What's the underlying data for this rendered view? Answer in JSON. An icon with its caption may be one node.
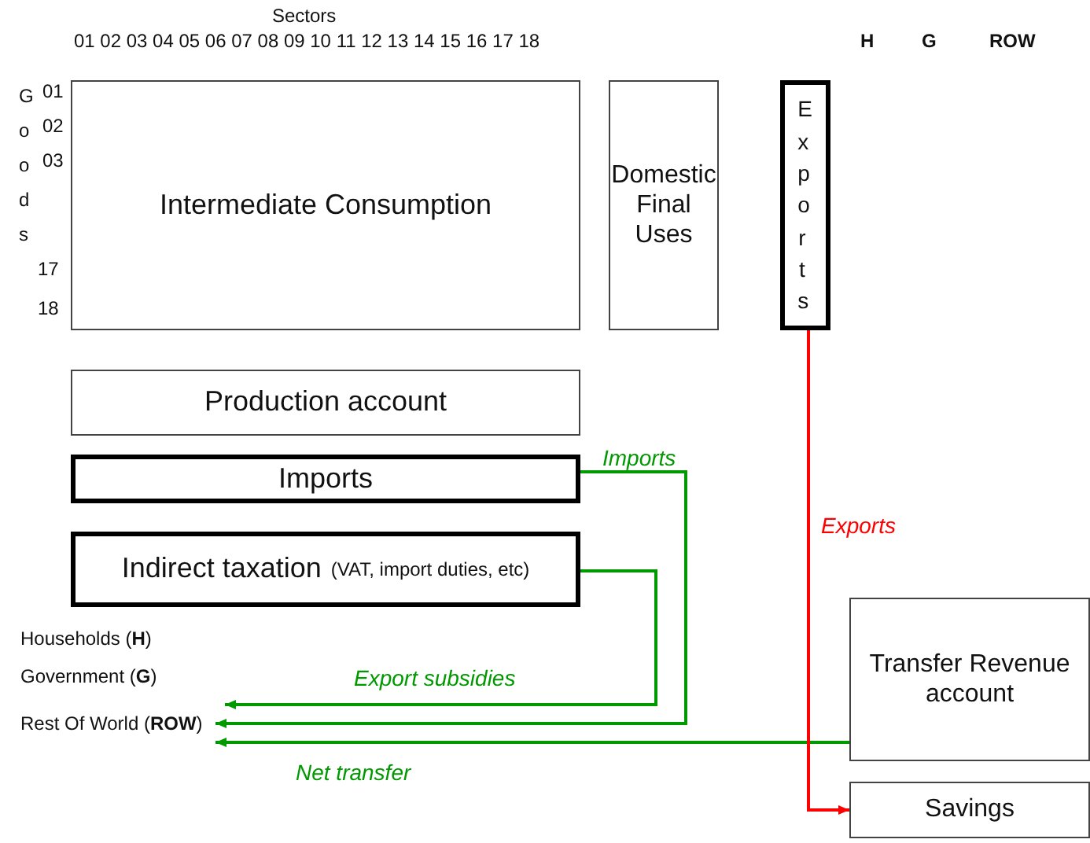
{
  "diagram": {
    "nodes": [
      {
        "text": [
          "Intermediate Consumption"
        ]
      },
      {
        "text": [
          "Domestic Final Uses"
        ]
      },
      {
        "text": [
          "Exports"
        ]
      },
      {
        "text": [
          "Production account"
        ]
      },
      {
        "text": [
          "Imports"
        ]
      },
      {
        "text": [
          "Indirect taxation",
          "(VAT, import duties, etc)"
        ]
      },
      {
        "text": [
          "Households (**H**)"
        ]
      },
      {
        "text": [
          "Government (**G**)"
        ]
      },
      {
        "text": [
          "Rest Of World (**ROW**)"
        ]
      },
      {
        "text": [
          "Transfer Revenue account"
        ]
      },
      {
        "text": [
          "Savings"
        ]
      }
    ],
    "edges": [
      {
        "from": 4,
        "to": 8,
        "arrow": "to",
        "label": "Imports"
      },
      {
        "from": 5,
        "to": 8,
        "arrow": "to",
        "label": "Export subsidies"
      },
      {
        "from": 9,
        "to": 8,
        "arrow": "to",
        "label": "Net transfer"
      },
      {
        "from": 2,
        "to": 10,
        "arrow": "to",
        "label": "Exports",
        "color": "#ff0000"
      }
    ],
    "labels": [
      "Sectors",
      "01 02 03 04 05 06 07 08 09 10 11 12 13 14 15 16 17 18",
      "H",
      "G",
      "ROW",
      "Goods",
      "01",
      "02",
      "03",
      "17",
      "18"
    ]
  }
}
